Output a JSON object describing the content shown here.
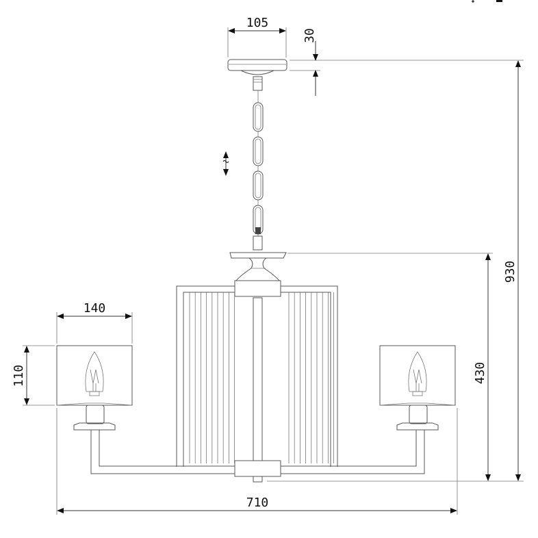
{
  "drawing": {
    "dimensions": {
      "canopy_width": "105",
      "canopy_height": "30",
      "total_height": "930",
      "body_height": "430",
      "shade_width": "140",
      "shade_height": "110",
      "total_width": "710"
    },
    "colors": {
      "line": "#555555",
      "text": "#111111"
    }
  }
}
